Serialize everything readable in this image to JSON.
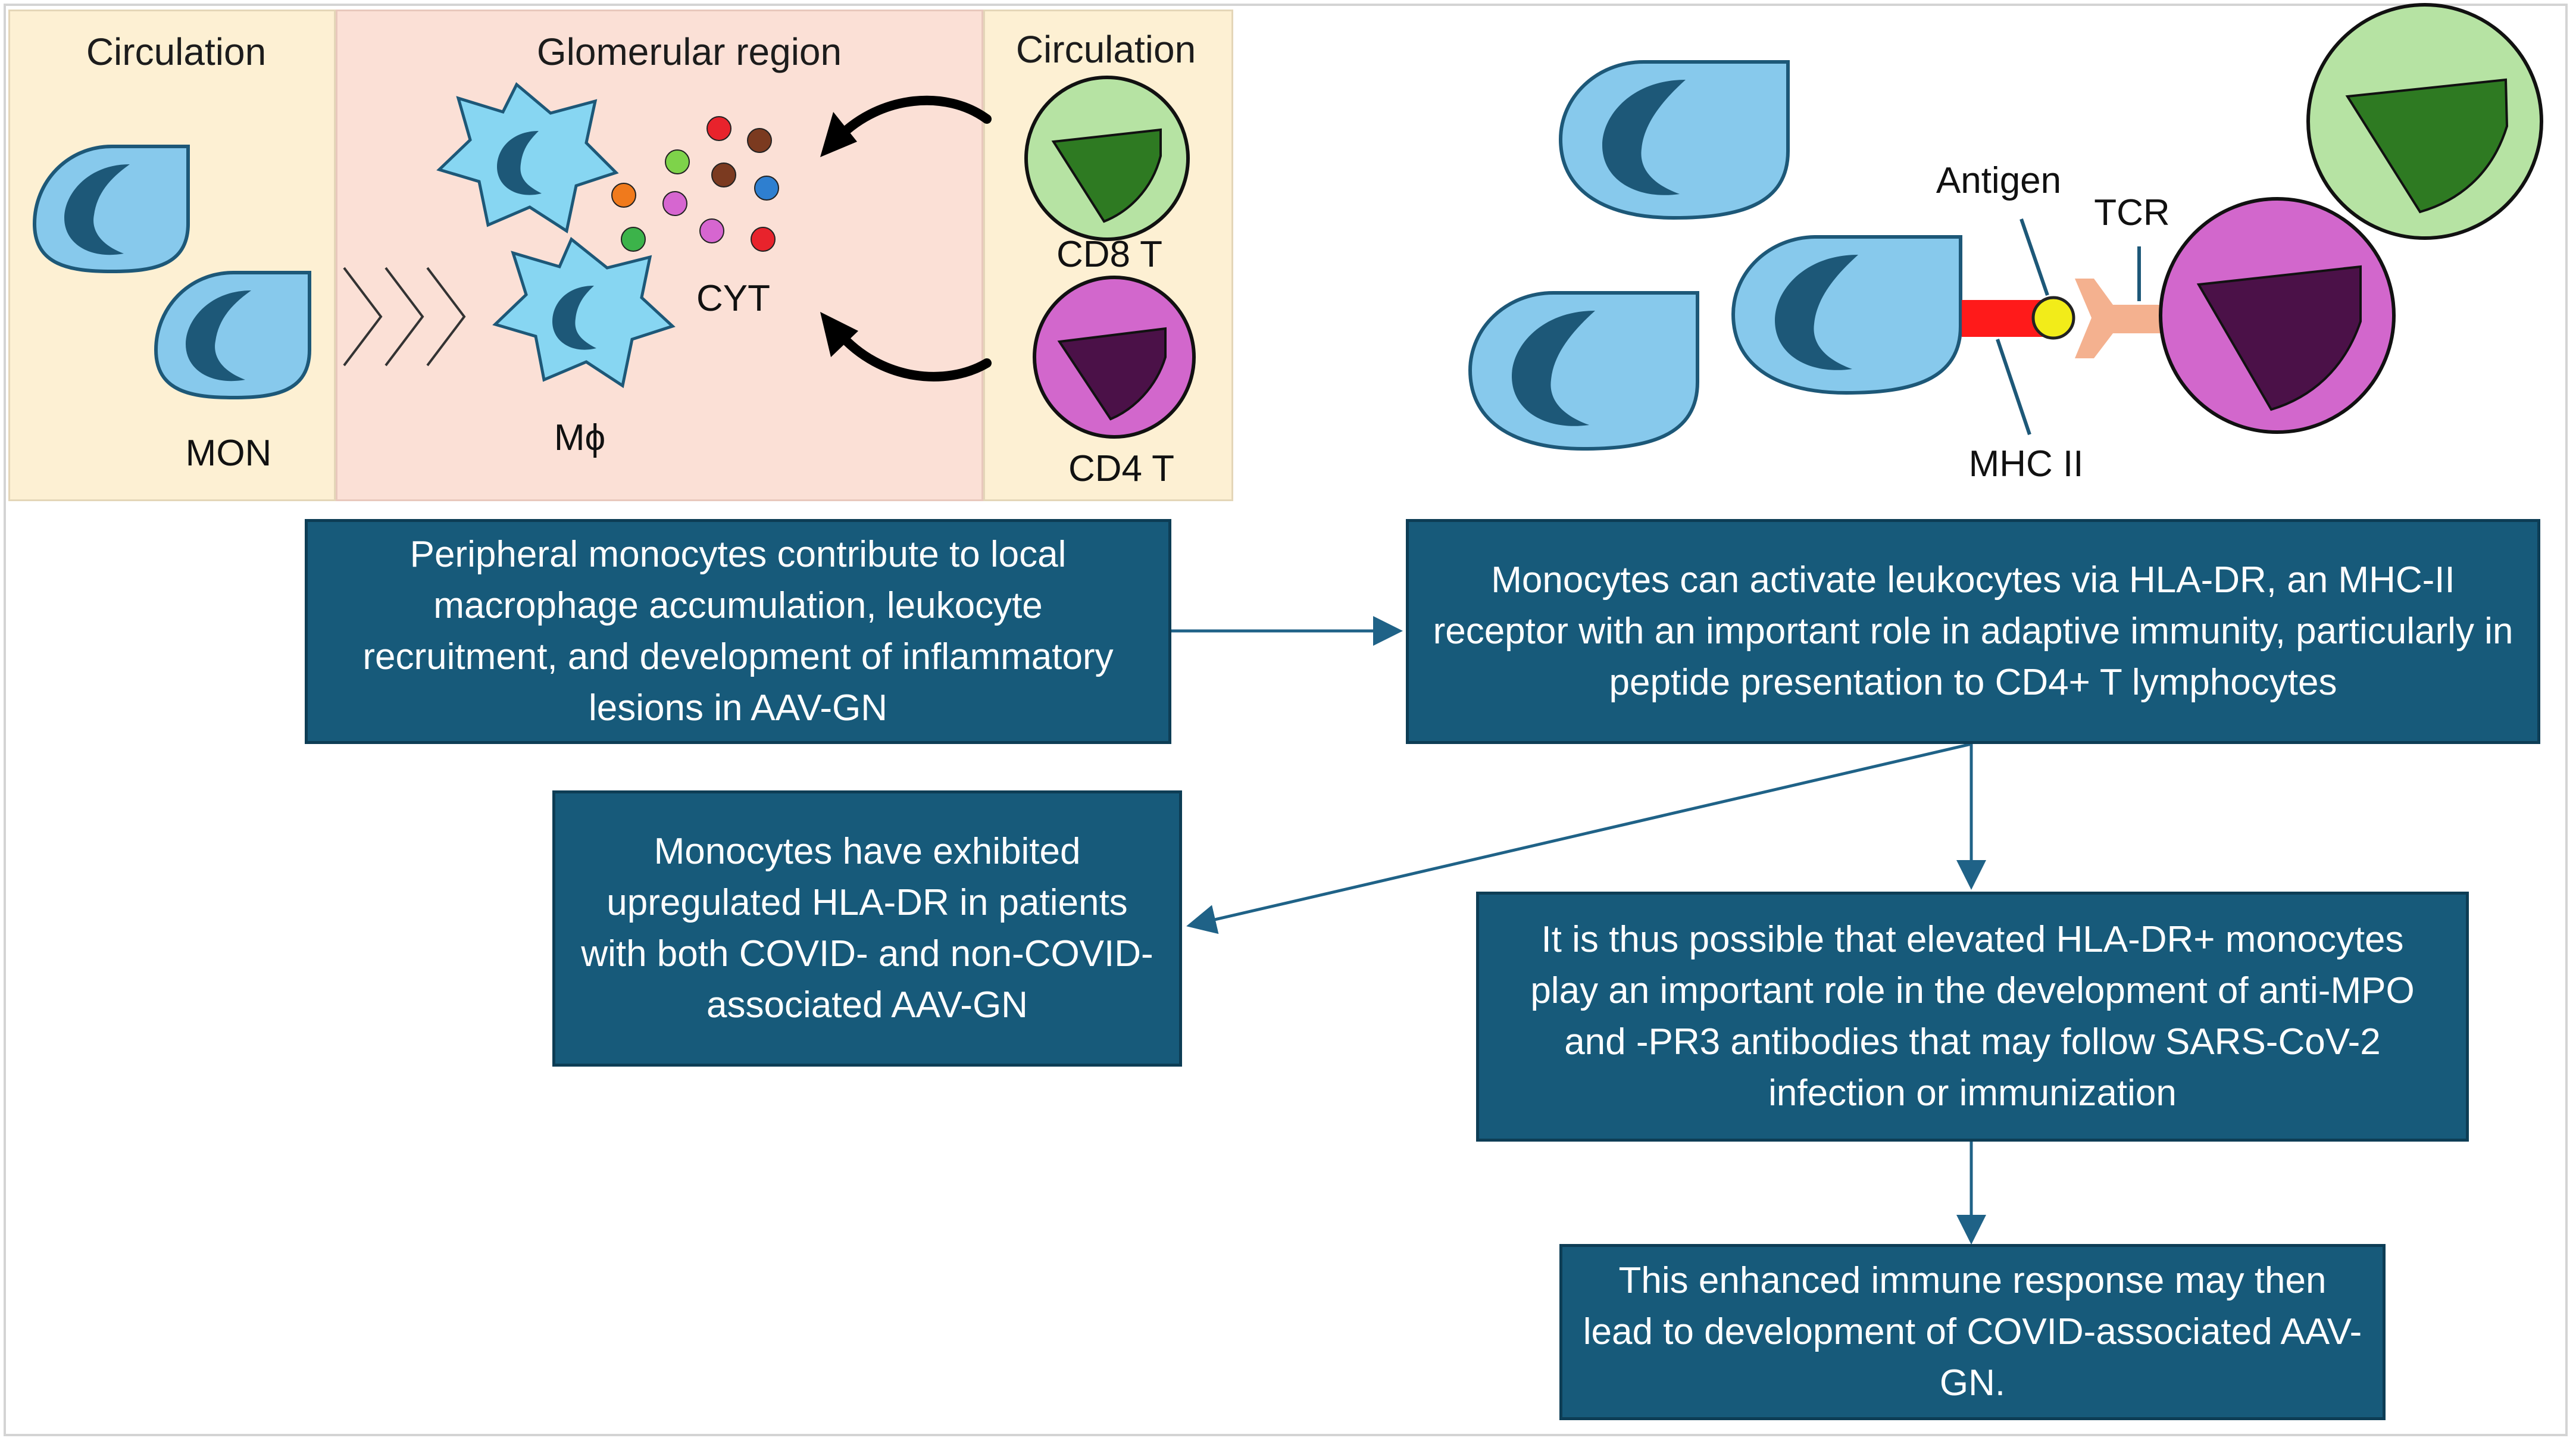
{
  "panels": {
    "circulation_left": "Circulation",
    "glomerular": "Glomerular region",
    "circulation_right": "Circulation"
  },
  "cell_labels": {
    "mon": "MON",
    "macrophage": "Mϕ",
    "cytokines": "CYT",
    "cd8": "CD8 T",
    "cd4": "CD4 T",
    "antigen": "Antigen",
    "tcr": "TCR",
    "mhc": "MHC II"
  },
  "boxes": {
    "peripheral": "Peripheral monocytes contribute to local macrophage accumulation, leukocyte recruitment, and development of inflammatory lesions in AAV-GN",
    "activate": "Monocytes can activate leukocytes via HLA-DR, an MHC-II receptor with an important role in adaptive immunity, particularly in peptide presentation to CD4+ T lymphocytes",
    "upregulated": "Monocytes have exhibited upregulated HLA-DR in patients with both COVID- and non-COVID-associated AAV-GN",
    "possible": "It is thus possible that elevated HLA-DR+ monocytes play an important role in the development of anti-MPO and -PR3 antibodies that may follow SARS-CoV-2 infection or immunization",
    "enhanced": "This enhanced immune response may then lead to development of COVID-associated AAV-GN."
  },
  "colors": {
    "box_fill": "#175a7a",
    "circulation_bg": "#fdf0d3",
    "glomerular_bg": "#fbe0d6",
    "monocyte": "#87c9ec",
    "monocyte_nucleus": "#1d5878",
    "cd8_outer": "#b6e3a3",
    "cd8_inner": "#2e7a22",
    "cd4_outer": "#d267cc",
    "cd4_inner": "#4b1148",
    "mhc": "#ff1a1a",
    "antigen": "#f2ec19",
    "tcr": "#f4b18f",
    "connector": "#1f6287"
  }
}
